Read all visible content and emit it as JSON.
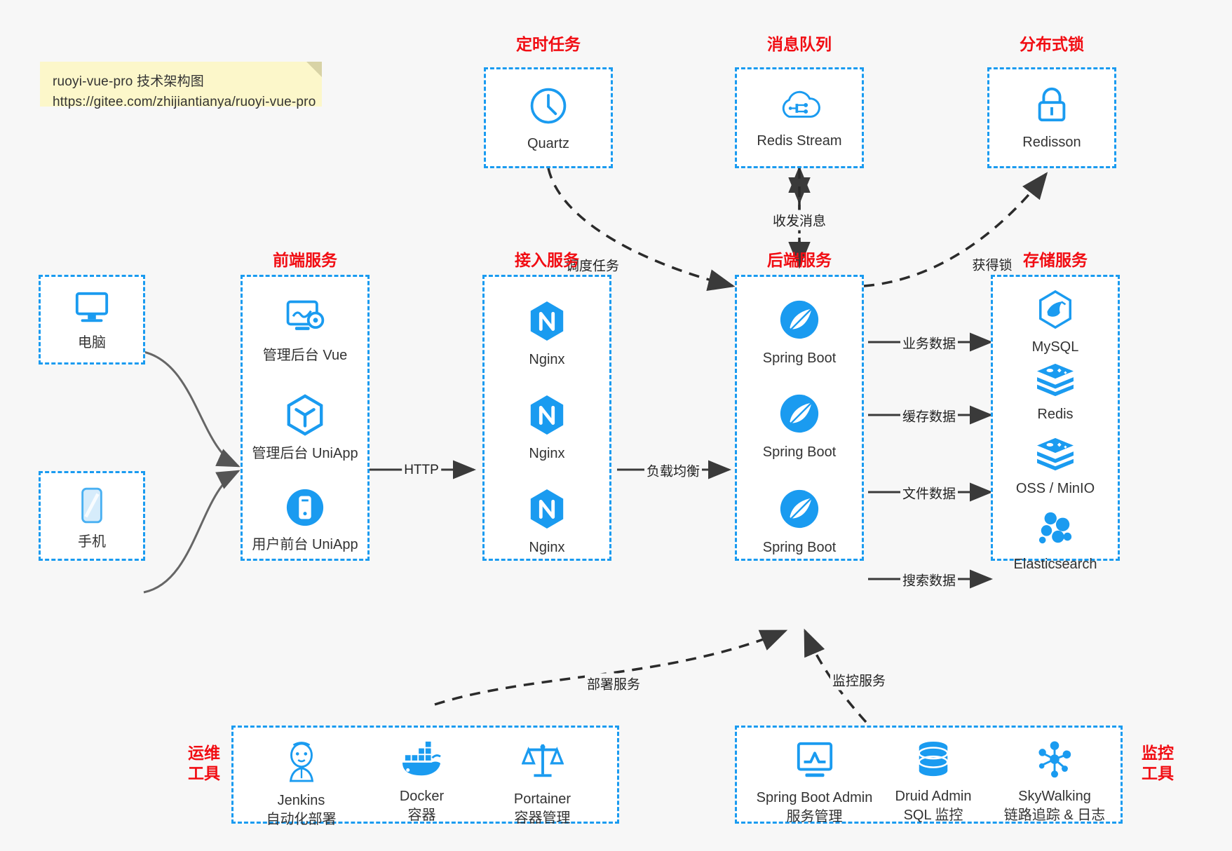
{
  "note": {
    "line1": "ruoyi-vue-pro 技术架构图",
    "line2": "https://gitee.com/zhijiantianya/ruoyi-vue-pro"
  },
  "colors": {
    "group_border": "#1a9bf0",
    "group_title": "#f10d13",
    "icon_blue": "#1a9bf0",
    "background": "#f7f7f7",
    "note_bg": "#fcf7ca",
    "edge": "#4d4d4d",
    "text": "#333333"
  },
  "groups": {
    "scheduler": {
      "title": "定时任务",
      "nodes": [
        {
          "label": "Quartz",
          "icon": "clock-icon"
        }
      ]
    },
    "mq": {
      "title": "消息队列",
      "nodes": [
        {
          "label": "Redis Stream",
          "icon": "cloud-stream-icon"
        }
      ]
    },
    "lock": {
      "title": "分布式锁",
      "nodes": [
        {
          "label": "Redisson",
          "icon": "lock-icon"
        }
      ]
    },
    "clients": {
      "nodes": [
        {
          "label": "电脑",
          "icon": "desktop-icon"
        },
        {
          "label": "手机",
          "icon": "mobile-icon"
        }
      ]
    },
    "frontend": {
      "title": "前端服务",
      "nodes": [
        {
          "label": "管理后台 Vue",
          "icon": "dashboard-gear-icon"
        },
        {
          "label": "管理后台 UniApp",
          "icon": "hexagon-cube-icon"
        },
        {
          "label": "用户前台 UniApp",
          "icon": "app-circle-icon"
        }
      ]
    },
    "gateway": {
      "title": "接入服务",
      "nodes": [
        {
          "label": "Nginx",
          "icon": "nginx-icon"
        },
        {
          "label": "Nginx",
          "icon": "nginx-icon"
        },
        {
          "label": "Nginx",
          "icon": "nginx-icon"
        }
      ]
    },
    "backend": {
      "title": "后端服务",
      "nodes": [
        {
          "label": "Spring Boot",
          "icon": "spring-leaf-icon"
        },
        {
          "label": "Spring Boot",
          "icon": "spring-leaf-icon"
        },
        {
          "label": "Spring Boot",
          "icon": "spring-leaf-icon"
        }
      ]
    },
    "storage": {
      "title": "存储服务",
      "nodes": [
        {
          "label": "MySQL",
          "icon": "mysql-dolphin-icon"
        },
        {
          "label": "Redis",
          "icon": "redis-stack-icon"
        },
        {
          "label": "OSS / MinIO",
          "icon": "redis-stack-icon"
        },
        {
          "label": "Elasticsearch",
          "icon": "elasticsearch-icon"
        }
      ]
    },
    "devops": {
      "title_line1": "运维",
      "title_line2": "工具",
      "nodes": [
        {
          "label": "Jenkins",
          "sub": "自动化部署",
          "icon": "jenkins-butler-icon"
        },
        {
          "label": "Docker",
          "sub": "容器",
          "icon": "docker-whale-icon"
        },
        {
          "label": "Portainer",
          "sub": "容器管理",
          "icon": "scales-icon"
        }
      ]
    },
    "monitoring": {
      "title_line1": "监控",
      "title_line2": "工具",
      "nodes": [
        {
          "label": "Spring Boot Admin",
          "sub": "服务管理",
          "icon": "monitor-chart-icon"
        },
        {
          "label": "Druid Admin",
          "sub": "SQL 监控",
          "icon": "database-icon"
        },
        {
          "label": "SkyWalking",
          "sub": "链路追踪 & 日志",
          "icon": "skywalking-node-icon"
        }
      ]
    }
  },
  "edges": [
    {
      "label": "调度任务"
    },
    {
      "label": "收发消息"
    },
    {
      "label": "获得锁"
    },
    {
      "label": "HTTP"
    },
    {
      "label": "负载均衡"
    },
    {
      "label": "业务数据"
    },
    {
      "label": "缓存数据"
    },
    {
      "label": "文件数据"
    },
    {
      "label": "搜索数据"
    },
    {
      "label": "部署服务"
    },
    {
      "label": "监控服务"
    }
  ]
}
